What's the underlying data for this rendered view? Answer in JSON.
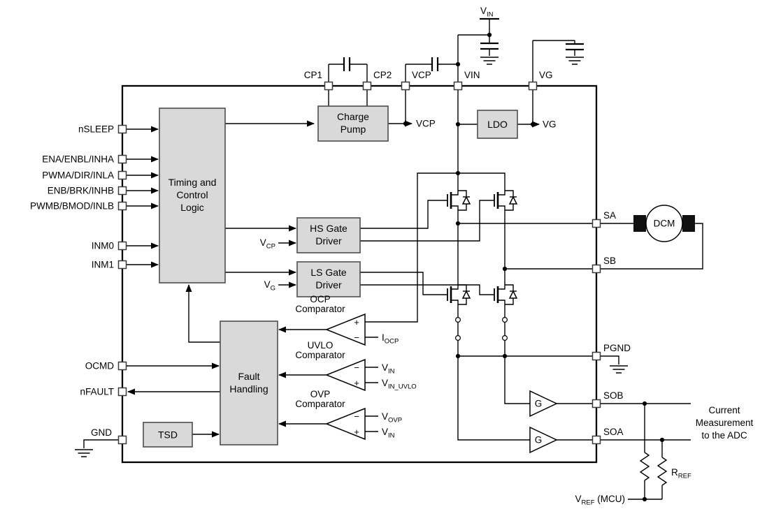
{
  "colors": {
    "background": "#ffffff",
    "block_fill": "#d9d9d9",
    "block_stroke": "#4d4d4d",
    "wire": "#000000",
    "pin_fill": "#ffffff",
    "text": "#000000"
  },
  "pins": {
    "left": [
      "nSLEEP",
      "ENA/ENBL/INHA",
      "PWMA/DIR/INLA",
      "ENB/BRK/INHB",
      "PWMB/BMOD/INLB",
      "INM0",
      "INM1",
      "OCMD",
      "nFAULT",
      "GND"
    ],
    "top": [
      "CP1",
      "CP2",
      "VCP",
      "VIN",
      "VG"
    ],
    "right": [
      "SA",
      "SB",
      "PGND",
      "SOB",
      "SOA"
    ]
  },
  "blocks": {
    "timing": [
      "Timing and",
      "Control",
      "Logic"
    ],
    "charge_pump": [
      "Charge",
      "Pump"
    ],
    "ldo": "LDO",
    "hs_gate_driver": [
      "HS Gate",
      "Driver"
    ],
    "ls_gate_driver": [
      "LS Gate",
      "Driver"
    ],
    "fault_handling": [
      "Fault",
      "Handling"
    ],
    "tsd": "TSD"
  },
  "comparators": [
    {
      "name": [
        "OCP",
        "Comparator"
      ],
      "top_sign": "+",
      "bottom_sign": "−",
      "bottom_label": {
        "main": "I",
        "sub": "OCP"
      }
    },
    {
      "name": [
        "UVLO",
        "Comparator"
      ],
      "top_sign": "−",
      "bottom_sign": "+",
      "top_label": {
        "main": "V",
        "sub": "IN"
      },
      "bottom_label": {
        "main": "V",
        "sub": "IN_UVLO"
      }
    },
    {
      "name": [
        "OVP",
        "Comparator"
      ],
      "top_sign": "−",
      "bottom_sign": "+",
      "top_label": {
        "main": "V",
        "sub": "OVP"
      },
      "bottom_label": {
        "main": "V",
        "sub": "IN"
      }
    }
  ],
  "signals": {
    "supply": {
      "main": "V",
      "sub": "IN"
    },
    "vcp_out": "VCP",
    "vg_out": "VG",
    "vcp_in": {
      "main": "V",
      "sub": "CP"
    },
    "vg_in": {
      "main": "V",
      "sub": "G"
    },
    "gain": "G",
    "motor": "DCM",
    "adc_note": [
      "Current",
      "Measurement",
      "to the ADC"
    ],
    "rref": {
      "main": "R",
      "sub": "REF"
    },
    "vref": {
      "main": "V",
      "sub": "REF",
      "suffix": " (MCU)"
    }
  }
}
